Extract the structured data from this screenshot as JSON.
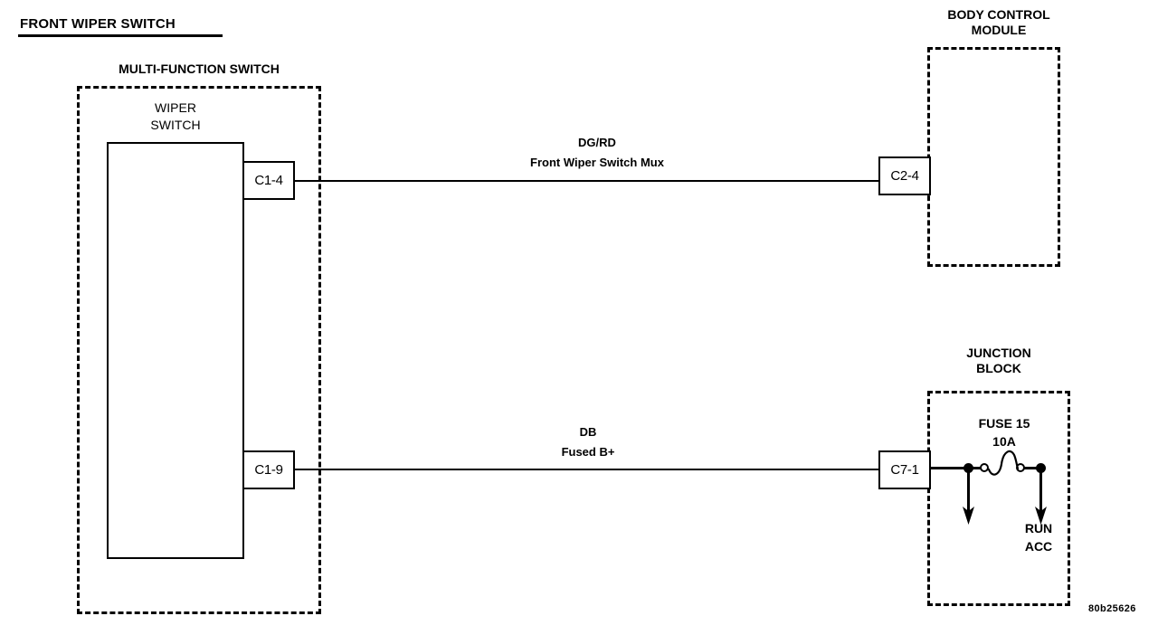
{
  "diagram": {
    "title": "FRONT WIPER SWITCH",
    "watermark": "80b25626"
  },
  "components": {
    "multi_function_switch": {
      "title": "MULTI-FUNCTION SWITCH",
      "inner_label_line1": "WIPER",
      "inner_label_line2": "SWITCH",
      "connectors": [
        {
          "id": "C1-4"
        },
        {
          "id": "C1-9"
        }
      ]
    },
    "body_control_module": {
      "title_line1": "BODY CONTROL",
      "title_line2": "MODULE",
      "connectors": [
        {
          "id": "C2-4"
        }
      ]
    },
    "junction_block": {
      "title_line1": "JUNCTION",
      "title_line2": "BLOCK",
      "connectors": [
        {
          "id": "C7-1"
        }
      ],
      "fuse": {
        "name": "FUSE 15",
        "rating": "10A"
      },
      "circuit_line1": "RUN",
      "circuit_line2": "ACC"
    }
  },
  "wires": [
    {
      "name": "front-wiper-switch-mux",
      "color_code": "DG/RD",
      "circuit_name": "Front Wiper Switch Mux",
      "from": "C1-4",
      "to": "C2-4"
    },
    {
      "name": "fused-b-plus",
      "color_code": "DB",
      "circuit_name": "Fused B+",
      "from": "C1-9",
      "to": "C7-1"
    }
  ],
  "colors": {
    "ink": "#000000",
    "paper": "#ffffff"
  }
}
